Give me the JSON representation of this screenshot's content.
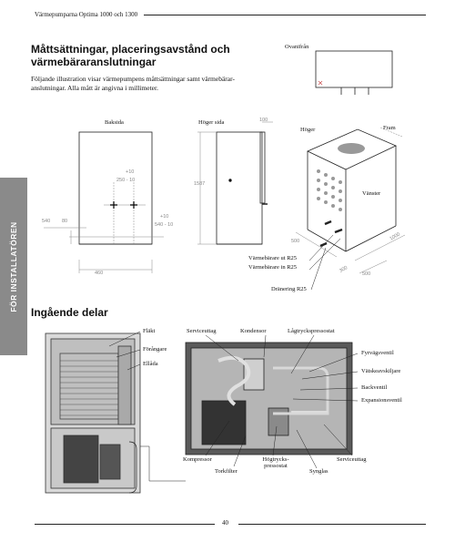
{
  "header": {
    "running_title": "Värmepumparna Optima 1000 och 1300"
  },
  "section1": {
    "title": "Måttsättningar, placeringsavstånd och värmebäraranslutningar",
    "intro": "Följande illustration visar värmepumpens måttsättningar samt värmebärar- anslutningar. Alla mått är angivna i millimeter."
  },
  "side_tab": {
    "label": "FÖR INSTALLATÖREN"
  },
  "views": {
    "top": "Ovanifrån",
    "back": "Baksida",
    "right_side": "Höger sida",
    "right": "Höger",
    "front": "Fram",
    "left": "Vänster"
  },
  "dimensions": {
    "d10a": "+10",
    "d250": "250 - 10",
    "d100": "100",
    "d1587": "1587",
    "d540a": "540",
    "d80": "80",
    "d10b": "+10",
    "d540b": "540 - 10",
    "d460": "460",
    "d500a": "500",
    "d1000": "1000",
    "d300": "300",
    "d500b": "500"
  },
  "connections": {
    "ut": "Värmebärare ut R25",
    "in": "Värmebärare in R25",
    "drain": "Dränering R25"
  },
  "section2": {
    "title": "Ingående delar"
  },
  "parts": {
    "flakt": "Fläkt",
    "forangare": "Förångare",
    "ellada": "Ellåda",
    "serviceuttag_top": "Serviceuttag",
    "kondensor": "Kondensor",
    "lagtryck": "Lågtryckspressostat",
    "fyrvag": "Fyrvägsventil",
    "vatskeavskiljare": "Vätskeavskiljare",
    "backventil": "Backventil",
    "expansion": "Expansionsventil",
    "kompressor": "Kompressor",
    "torkfilter": "Torkfilter",
    "hogtryck": "Högtrycks- pressostat",
    "synglas": "Synglas",
    "serviceuttag_bottom": "Serviceuttag"
  },
  "footer": {
    "page_number": "40"
  }
}
